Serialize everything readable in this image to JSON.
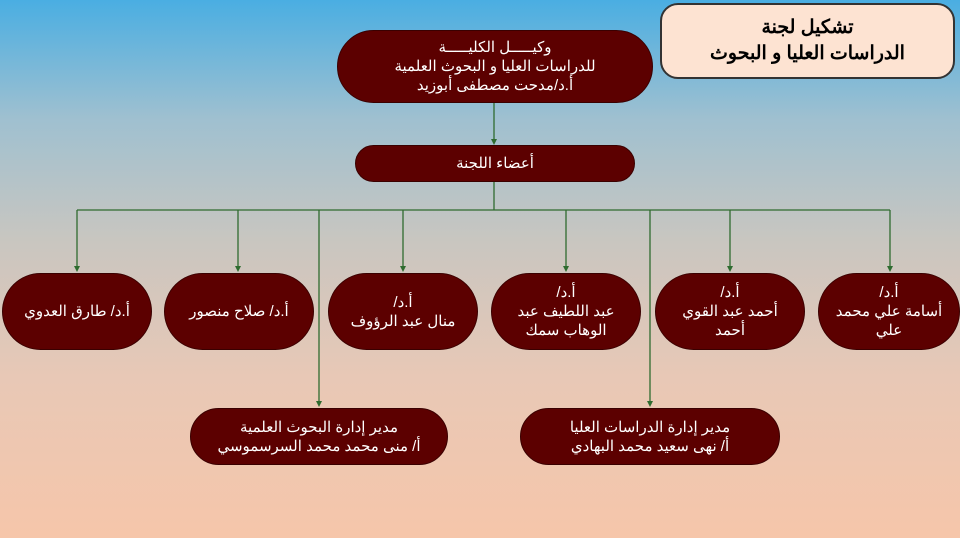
{
  "title": {
    "line1": "تشكيل لجنة",
    "line2": "الدراسات العليا و البحوث"
  },
  "dean": {
    "line1": "وكيـــــل الكليـــــة",
    "line2": "للدراسات العليا و البحوث العلمية",
    "line3": "أ.د/مدحت مصطفى أبوزيد"
  },
  "committee": {
    "label": "أعضاء اللجنة"
  },
  "members": [
    {
      "line1": "أ.د/",
      "line2": "أسامة علي محمد",
      "line3": "علي"
    },
    {
      "line1": "أ.د/",
      "line2": "أحمد عبد القوي",
      "line3": "أحمد"
    },
    {
      "line1": "أ.د/",
      "line2": "عبد اللطيف عبد",
      "line3": "الوهاب سمك"
    },
    {
      "line1": "أ.د/",
      "line2": "منال عبد الرؤوف"
    },
    {
      "line1": "أ.د/ صلاح منصور"
    },
    {
      "line1": "أ.د/ طارق العدوي"
    }
  ],
  "managers": [
    {
      "line1": "مدير إدارة الدراسات العليا",
      "line2": "أ/ نهى سعيد محمد البهادي"
    },
    {
      "line1": "مدير إدارة البحوث العلمية",
      "line2": "أ/ منى محمد محمد السرسموسي"
    }
  ],
  "colors": {
    "box": "#5c0000",
    "line": "#2f6b2f",
    "title_bg": "#fde3d2"
  }
}
